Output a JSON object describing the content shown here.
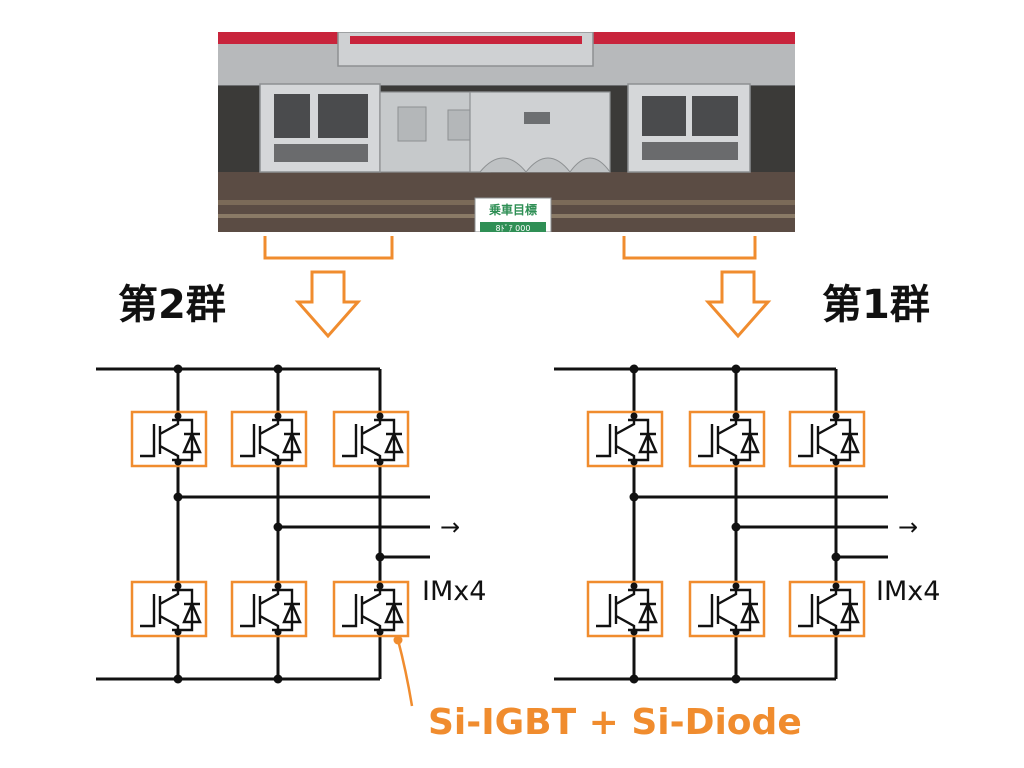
{
  "photo": {
    "sign_text": "乗車目標",
    "sign_subtext": "8ﾄﾞｱ 000",
    "colors": {
      "car_red": "#c8243c",
      "car_grey": "#b9bbbd",
      "box_grey": "#c9ccce",
      "ballast": "#5b4c44",
      "sign_green": "#2f8f55"
    }
  },
  "groups": [
    {
      "label": "第2群",
      "motor_label": "IMx4",
      "output_arrow": "→"
    },
    {
      "label": "第1群",
      "motor_label": "IMx4",
      "output_arrow": "→"
    }
  ],
  "device_note": "Si-IGBT + Si-Diode",
  "colors": {
    "accent": "#f08c2e",
    "line": "#111111"
  }
}
